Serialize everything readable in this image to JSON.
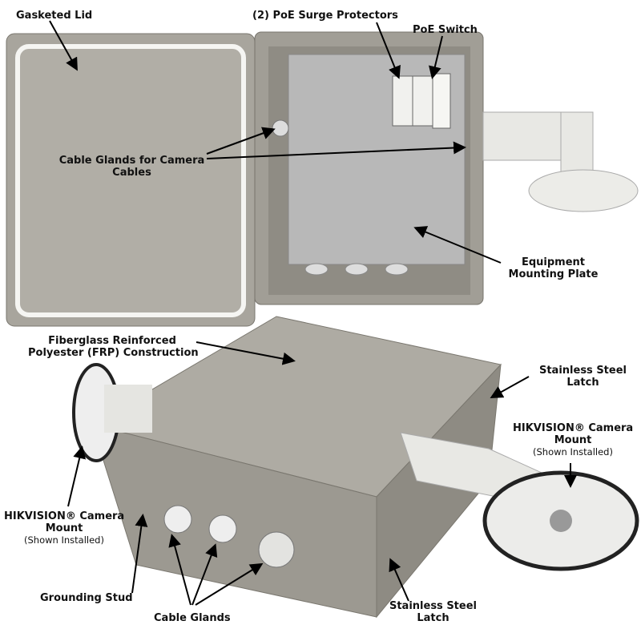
{
  "labels": {
    "gasketed_lid": "Gasketed Lid",
    "surge_protectors": "(2) PoE Surge Protectors",
    "poe_switch": "PoE Switch",
    "cable_glands_camera_1": "Cable Glands for Camera",
    "cable_glands_camera_2": "Cables",
    "mounting_plate_1": "Equipment",
    "mounting_plate_2": "Mounting Plate",
    "frp_1": "Fiberglass Reinforced",
    "frp_2": "Polyester (FRP) Construction",
    "latch_top_1": "Stainless Steel",
    "latch_top_2": "Latch",
    "mount_right_1": "HIKVISION® Camera",
    "mount_right_2": "Mount",
    "mount_right_3": "(Shown Installed)",
    "mount_left_1": "HIKVISION® Camera",
    "mount_left_2": "Mount",
    "mount_left_3": "(Shown Installed)",
    "grounding_stud": "Grounding Stud",
    "cable_glands": "Cable Glands",
    "latch_bottom_1": "Stainless Steel",
    "latch_bottom_2": "Latch"
  },
  "colors": {
    "enclosure": "#a9a69e",
    "mount": "#e8e8e4",
    "plate": "#b8b8b8"
  }
}
